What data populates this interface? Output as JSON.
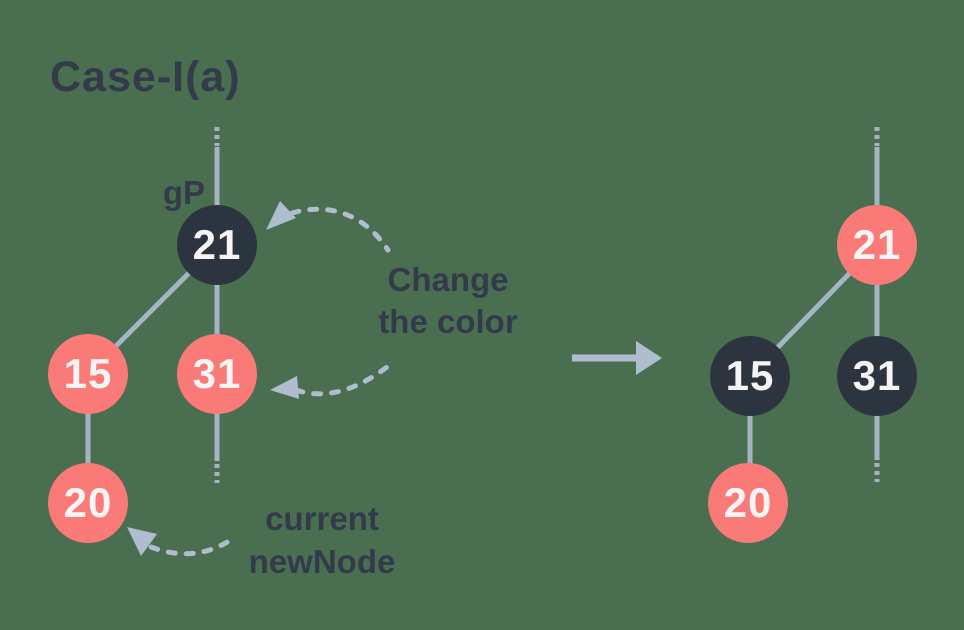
{
  "title": "Case-I(a)",
  "annotations": {
    "grandparent_label": "gP",
    "change_color": {
      "line1": "Change",
      "line2": "the color"
    },
    "current_newnode": {
      "line1": "current",
      "line2": "newNode"
    }
  },
  "trees": {
    "before": {
      "nodes": [
        {
          "value": "21",
          "color": "dark",
          "role": "grandparent"
        },
        {
          "value": "15",
          "color": "red",
          "role": "parent"
        },
        {
          "value": "31",
          "color": "red",
          "role": "uncle"
        },
        {
          "value": "20",
          "color": "red",
          "role": "newNode"
        }
      ]
    },
    "after": {
      "nodes": [
        {
          "value": "21",
          "color": "red"
        },
        {
          "value": "15",
          "color": "dark"
        },
        {
          "value": "31",
          "color": "dark"
        },
        {
          "value": "20",
          "color": "red"
        }
      ]
    }
  },
  "colors": {
    "background": "#4A6E50",
    "node_dark": "#2C3440",
    "node_red": "#F97A76",
    "edge": "#A4B4C4",
    "dashed_arrow": "#AFBDCF",
    "label_text": "#333B4B",
    "node_text": "#F7F4F5"
  }
}
